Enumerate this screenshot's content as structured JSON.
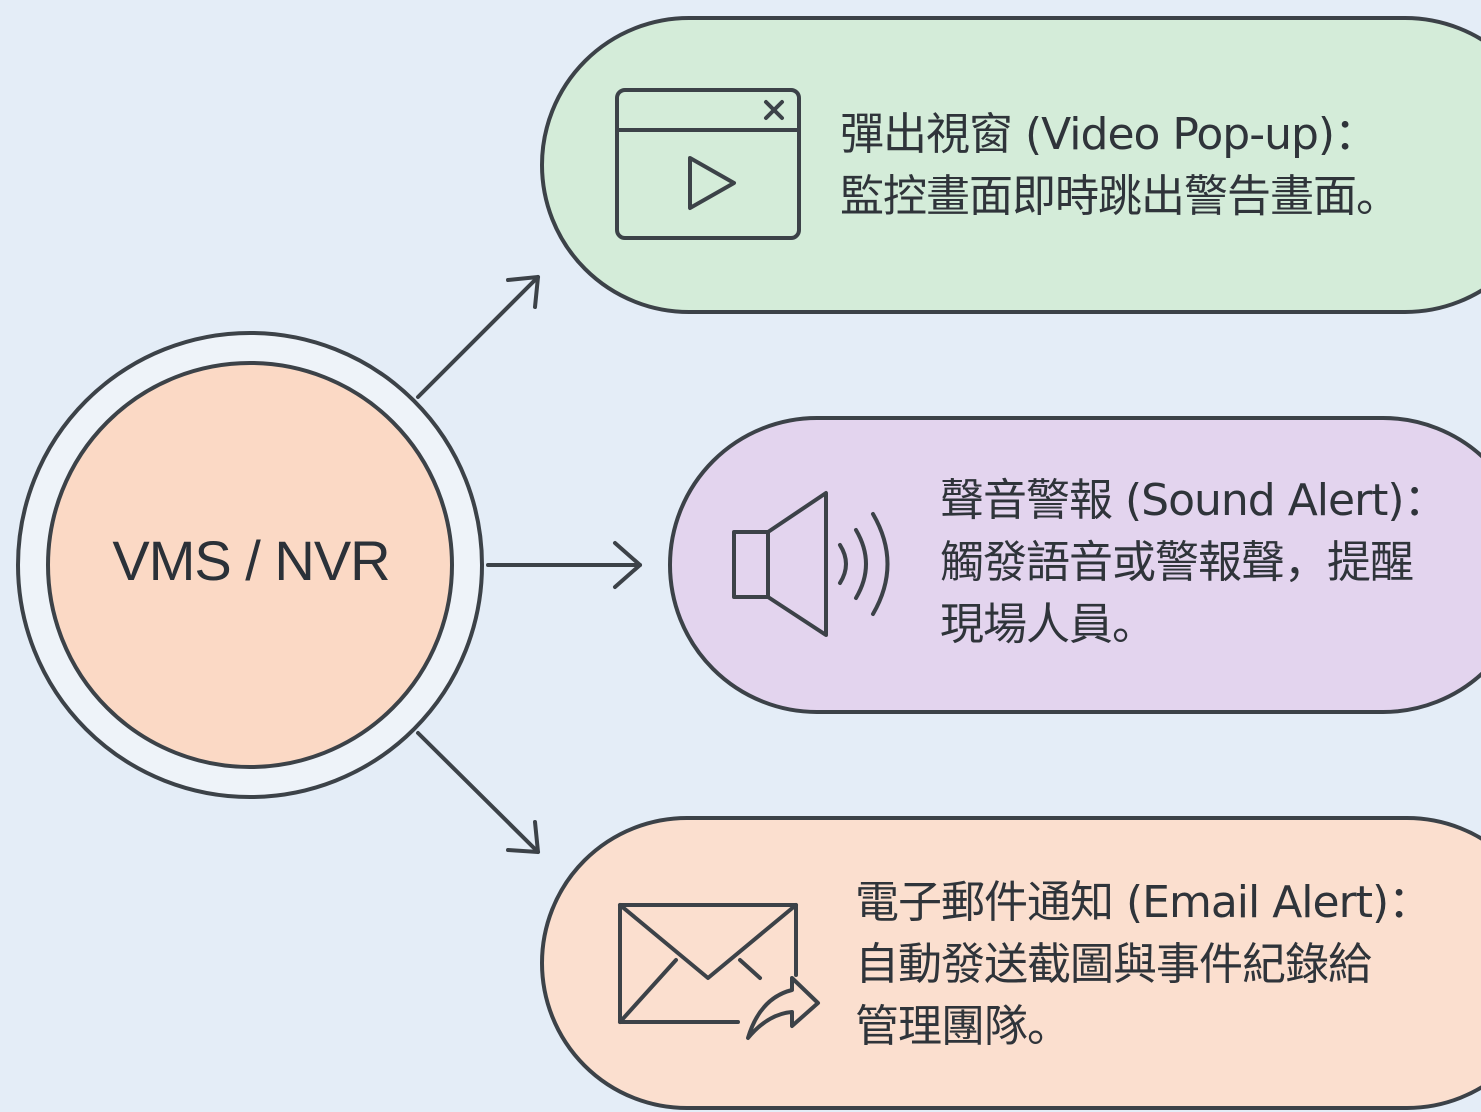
{
  "hub": {
    "label": "VMS / NVR"
  },
  "cards": [
    {
      "icon": "video-popup-icon",
      "color": "#d4ecd9",
      "lines": [
        "彈出視窗 (Video Pop-up)：",
        "監控畫面即時跳出警告畫面。"
      ]
    },
    {
      "icon": "speaker-icon",
      "color": "#e3d4ee",
      "lines": [
        "聲音警報 (Sound Alert)：",
        "觸發語音或警報聲，提醒",
        "現場人員。"
      ]
    },
    {
      "icon": "email-forward-icon",
      "color": "#fbdfcf",
      "lines": [
        "電子郵件通知 (Email Alert)：",
        "自動發送截圖與事件紀錄給",
        "管理團隊。"
      ]
    }
  ],
  "colors": {
    "background": "#e4edf7",
    "hub_fill": "#fbd9c5",
    "stroke": "#3c4248"
  }
}
